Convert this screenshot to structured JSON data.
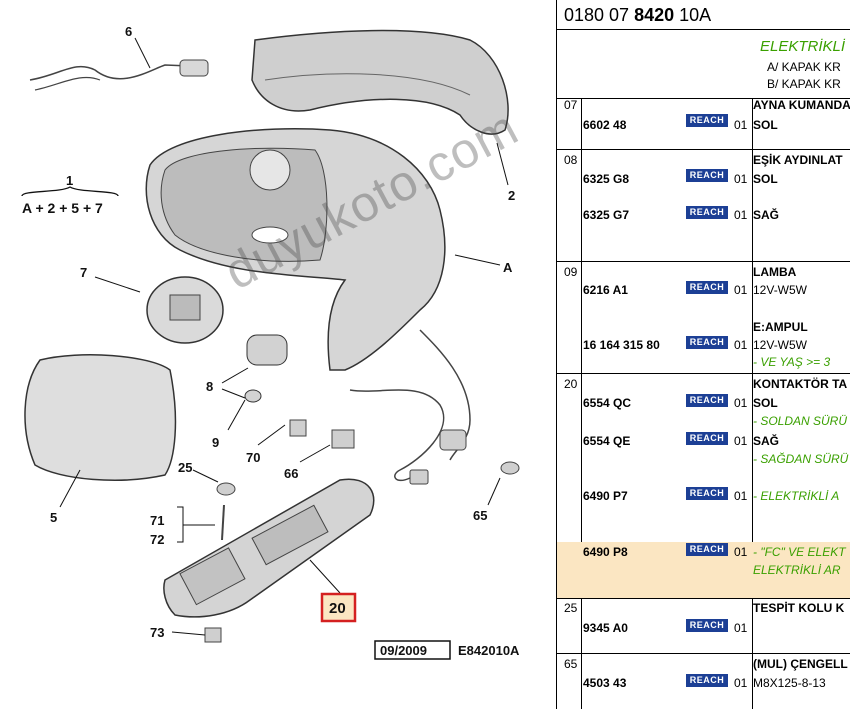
{
  "diagram": {
    "labels": {
      "n6": "6",
      "n1": "1",
      "formula": "A + 2 + 5 + 7",
      "n2": "2",
      "nA": "A",
      "n7": "7",
      "n8": "8",
      "n9": "9",
      "n70": "70",
      "n66": "66",
      "n65": "65",
      "n5": "5",
      "n25": "25",
      "n71": "71",
      "n72": "72",
      "n73": "73",
      "n20": "20"
    },
    "date_stamp": "09/2009",
    "diagram_code": "E842010A",
    "highlight_color": "#d42020"
  },
  "table": {
    "part_number": {
      "prefix": "0180 07 ",
      "bold": "8420",
      "suffix": " 10A"
    },
    "title_line1": "ELEKTRİKLİ",
    "title_line2": "A/ KAPAK KR",
    "title_line3": "B/ KAPAK KR",
    "badge_label": "REACH",
    "rows": [
      {
        "group": "07",
        "ref": "6602 48",
        "qty": "01",
        "desc": "AYNA KUMANDA",
        "desc2": "SOL"
      },
      {
        "group": "08",
        "ref": "6325 G8",
        "qty": "01",
        "desc": "EŞİK AYDINLAT",
        "desc2": "SOL",
        "ref_b": "6325 G7",
        "qty_b": "01",
        "desc_b": "SAĞ"
      },
      {
        "group": "09",
        "ref": "6216 A1",
        "qty": "01",
        "desc": "LAMBA",
        "desc2": "12V-W5W",
        "ref_b": "16 164 315 80",
        "qty_b": "01",
        "desc_b": "E:AMPUL",
        "desc_b2": "12V-W5W",
        "note_b": "- VE YAŞ >= 3"
      },
      {
        "group": "20",
        "ref": "6554 QC",
        "qty": "01",
        "desc": "KONTAKTÖR TA",
        "desc2": "SOL",
        "note": "- SOLDAN SÜRÜ",
        "ref_b": "6554 QE",
        "qty_b": "01",
        "desc_b": "SAĞ",
        "note_b": "- SAĞDAN SÜRÜ",
        "ref_c": "6490 P7",
        "qty_c": "01",
        "note_c": "- ELEKTRİKLİ A"
      },
      {
        "group": "",
        "ref": "6490 P8",
        "qty": "01",
        "note": "- \"FC\" VE ELEKT",
        "note2": "ELEKTRİKLİ AR",
        "highlight": true
      },
      {
        "group": "25",
        "ref": "9345 A0",
        "qty": "01",
        "desc": "TESPİT KOLU K"
      },
      {
        "group": "65",
        "ref": "4503 43",
        "qty": "01",
        "desc": "(MUL) ÇENGELL",
        "desc2": "M8X125-8-13"
      }
    ]
  },
  "watermark": "duyukoto.com"
}
